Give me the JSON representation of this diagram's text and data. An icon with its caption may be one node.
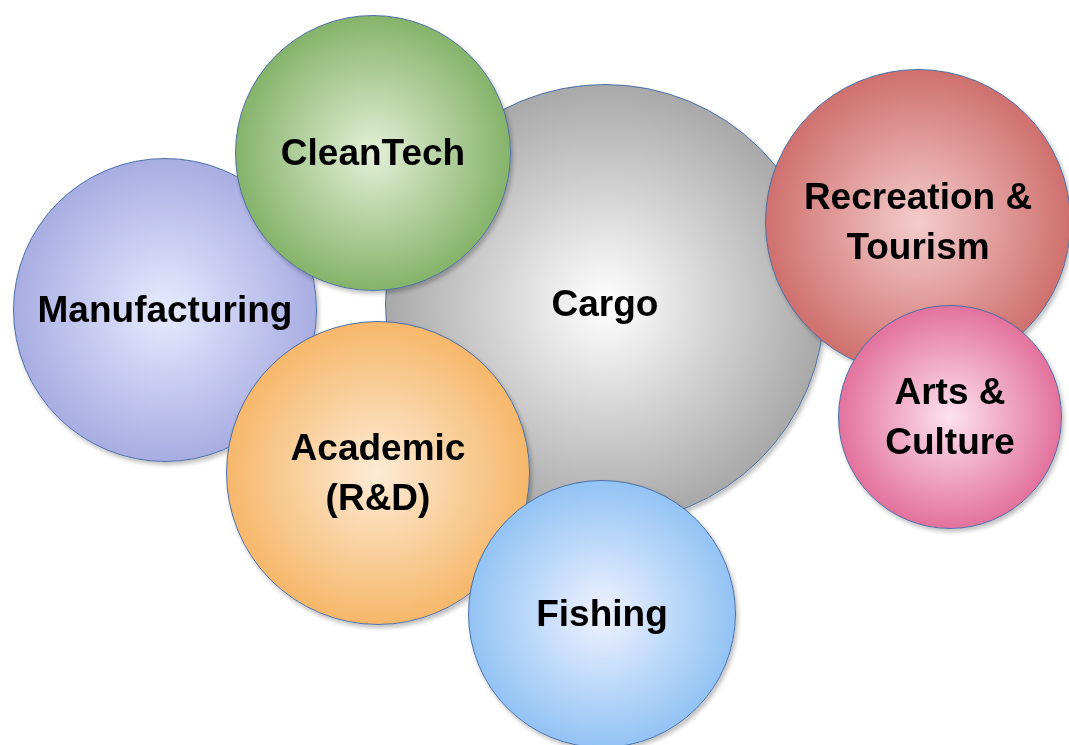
{
  "diagram": {
    "nodes": [
      {
        "text": [
          "CleanTech"
        ]
      },
      {
        "text": [
          "Recreation & Tourism"
        ]
      },
      {
        "text": [
          "Manufacturing"
        ]
      },
      {
        "text": [
          "Cargo"
        ]
      },
      {
        "text": [
          "Arts & Culture"
        ]
      },
      {
        "text": [
          "Academic (R&D)"
        ]
      },
      {
        "text": [
          "Fishing"
        ]
      }
    ],
    "edges": []
  }
}
